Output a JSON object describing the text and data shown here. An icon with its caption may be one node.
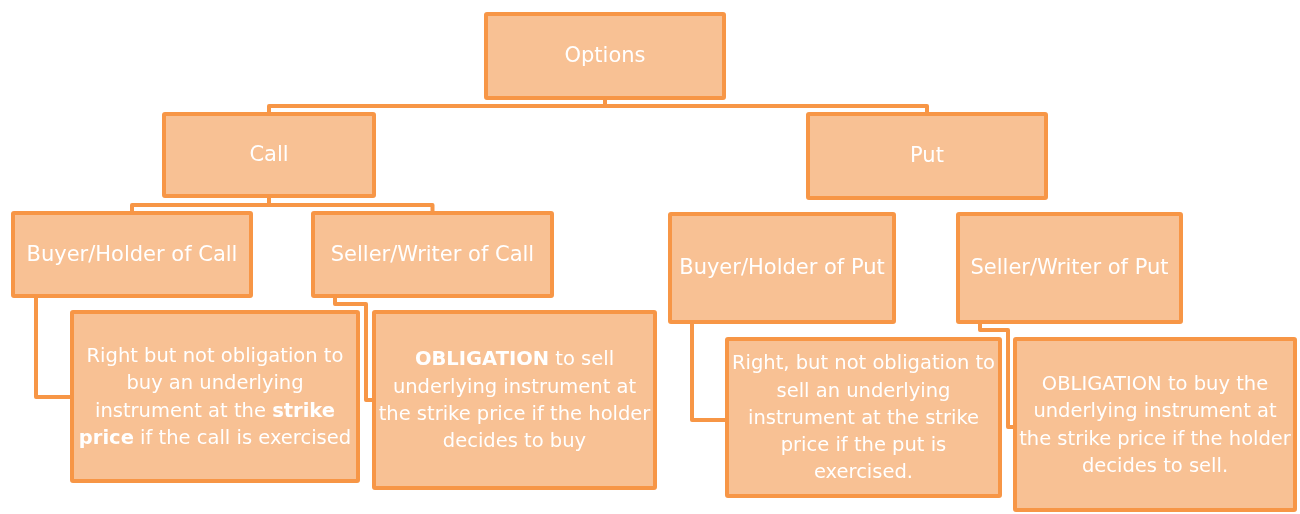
{
  "diagram": {
    "nodes": [
      {
        "text": [
          "Options"
        ]
      },
      {
        "text": [
          "Call"
        ]
      },
      {
        "text": [
          "Put"
        ]
      },
      {
        "text": [
          "Buyer/Holder of Call"
        ]
      },
      {
        "text": [
          "Seller/Writer of Call"
        ]
      },
      {
        "text": [
          "Buyer/Holder of Put"
        ]
      },
      {
        "text": [
          "Seller/Writer of Put"
        ]
      },
      {
        "text": [
          "Right but not obligation to buy an underlying instrument at the **strike price** if the call is exercised"
        ]
      },
      {
        "text": [
          "**OBLIGATION** to sell underlying instrument at the strike price if the holder decides to buy"
        ]
      },
      {
        "text": [
          "Right, but not obligation to sell an underlying instrument at the strike price if the put is exercised."
        ]
      },
      {
        "text": [
          "OBLIGATION to buy the underlying instrument at the strike price if the holder decides to sell."
        ]
      }
    ],
    "edges": [
      {
        "from": 0,
        "to": 1,
        "arrow": "none"
      },
      {
        "from": 0,
        "to": 2,
        "arrow": "none"
      },
      {
        "from": 1,
        "to": 3,
        "arrow": "none"
      },
      {
        "from": 1,
        "to": 4,
        "arrow": "none"
      },
      {
        "from": 3,
        "to": 7,
        "arrow": "none"
      },
      {
        "from": 4,
        "to": 8,
        "arrow": "none"
      },
      {
        "from": 5,
        "to": 9,
        "arrow": "none"
      },
      {
        "from": 6,
        "to": 10,
        "arrow": "none"
      }
    ]
  }
}
